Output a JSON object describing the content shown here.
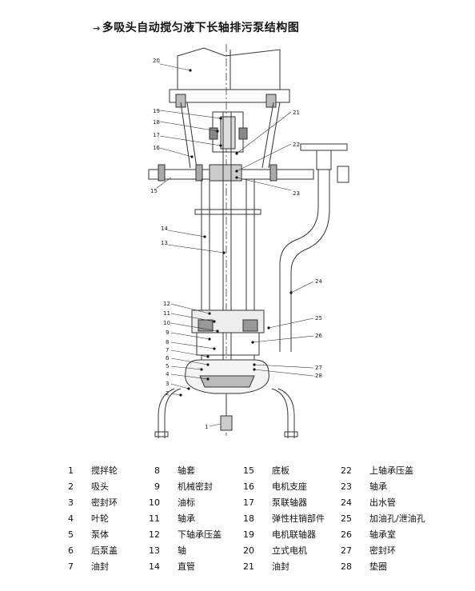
{
  "title": {
    "bullet": "→",
    "text": "多吸头自动搅匀液下长轴排污泵结构图"
  },
  "callouts": [
    "1",
    "2",
    "3",
    "4",
    "5",
    "6",
    "7",
    "8",
    "9",
    "10",
    "11",
    "12",
    "13",
    "14",
    "15",
    "16",
    "17",
    "18",
    "19",
    "20",
    "21",
    "22",
    "23",
    "24",
    "25",
    "26",
    "27",
    "28"
  ],
  "parts": [
    {
      "num": "1",
      "name": "搅拌轮"
    },
    {
      "num": "2",
      "name": "吸头"
    },
    {
      "num": "3",
      "name": "密封环"
    },
    {
      "num": "4",
      "name": "叶轮"
    },
    {
      "num": "5",
      "name": "泵体"
    },
    {
      "num": "6",
      "name": "后泵盖"
    },
    {
      "num": "7",
      "name": "油封"
    },
    {
      "num": "8",
      "name": "轴套"
    },
    {
      "num": "9",
      "name": "机械密封"
    },
    {
      "num": "10",
      "name": "油标"
    },
    {
      "num": "11",
      "name": "轴承"
    },
    {
      "num": "12",
      "name": "下轴承压盖"
    },
    {
      "num": "13",
      "name": "轴"
    },
    {
      "num": "14",
      "name": "直管"
    },
    {
      "num": "15",
      "name": "底板"
    },
    {
      "num": "16",
      "name": "电机支座"
    },
    {
      "num": "17",
      "name": "泵联轴器"
    },
    {
      "num": "18",
      "name": "弹性柱销部件"
    },
    {
      "num": "19",
      "name": "电机联轴器"
    },
    {
      "num": "20",
      "name": "立式电机"
    },
    {
      "num": "21",
      "name": "油封"
    },
    {
      "num": "22",
      "name": "上轴承压盖"
    },
    {
      "num": "23",
      "name": "轴承"
    },
    {
      "num": "24",
      "name": "出水管"
    },
    {
      "num": "25",
      "name": "加油孔/泄油孔"
    },
    {
      "num": "26",
      "name": "轴承室"
    },
    {
      "num": "27",
      "name": "密封环"
    },
    {
      "num": "28",
      "name": "垫圈"
    }
  ]
}
